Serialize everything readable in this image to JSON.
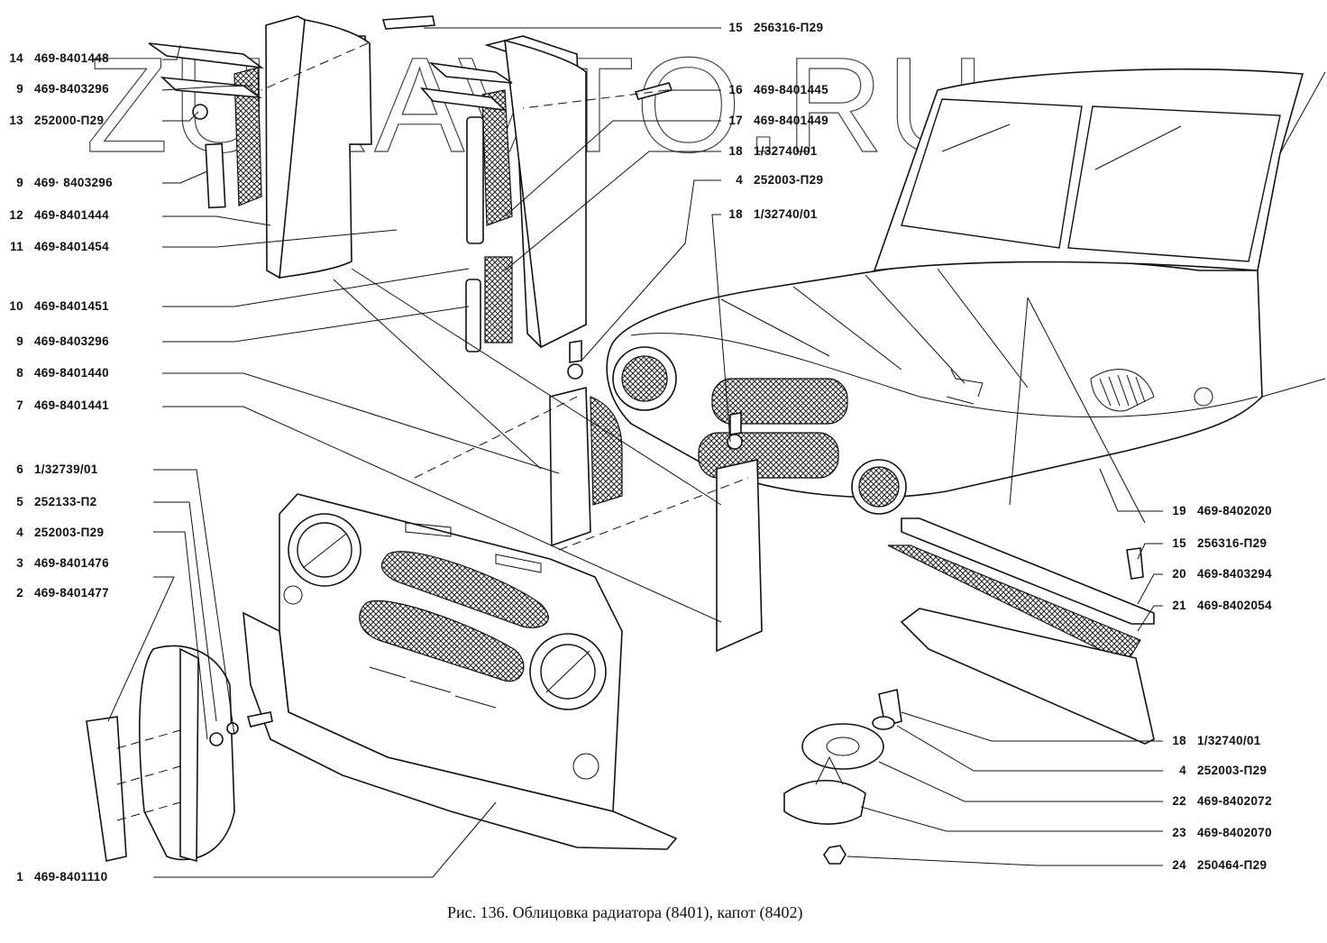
{
  "watermark": "ZURAVTO.RU",
  "caption": "Рис. 136. Облицовка радиатора (8401), капот (8402)",
  "labels_left": [
    {
      "num": "14",
      "code": "469-8401448"
    },
    {
      "num": "9",
      "code": "469-8403296"
    },
    {
      "num": "13",
      "code": "252000-П29"
    },
    {
      "num": "9",
      "code": "469· 8403296"
    },
    {
      "num": "12",
      "code": "469-8401444"
    },
    {
      "num": "11",
      "code": "469-8401454"
    },
    {
      "num": "10",
      "code": "469-8401451"
    },
    {
      "num": "9",
      "code": "469-8403296"
    },
    {
      "num": "8",
      "code": "469-8401440"
    },
    {
      "num": "7",
      "code": "469-8401441"
    },
    {
      "num": "6",
      "code": "1/32739/01"
    },
    {
      "num": "5",
      "code": "252133-П2"
    },
    {
      "num": "4",
      "code": "252003-П29"
    },
    {
      "num": "3",
      "code": "469-8401476"
    },
    {
      "num": "2",
      "code": "469-8401477"
    },
    {
      "num": "1",
      "code": "469-8401110"
    }
  ],
  "labels_top_right": [
    {
      "num": "15",
      "code": "256316-П29"
    },
    {
      "num": "16",
      "code": "469-8401445"
    },
    {
      "num": "17",
      "code": "469-8401449"
    },
    {
      "num": "18",
      "code": "1/32740/01"
    },
    {
      "num": "4",
      "code": "252003-П29"
    },
    {
      "num": "18",
      "code": "1/32740/01"
    }
  ],
  "labels_right": [
    {
      "num": "19",
      "code": "469-8402020"
    },
    {
      "num": "15",
      "code": "256316-П29"
    },
    {
      "num": "20",
      "code": "469-8403294"
    },
    {
      "num": "21",
      "code": "469-8402054"
    },
    {
      "num": "18",
      "code": "1/32740/01"
    },
    {
      "num": "4",
      "code": "252003-П29"
    },
    {
      "num": "22",
      "code": "469-8402072"
    },
    {
      "num": "23",
      "code": "469-8402070"
    },
    {
      "num": "24",
      "code": "250464-П29"
    }
  ]
}
